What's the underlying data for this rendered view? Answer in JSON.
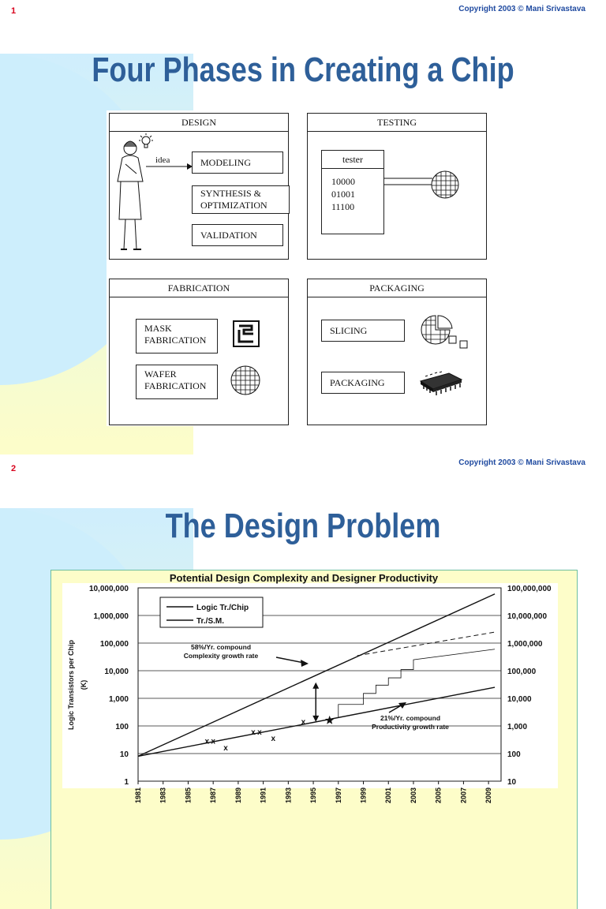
{
  "slide1": {
    "number": "1",
    "copyright": "Copyright 2003 © Mani Srivastava",
    "title": "Four Phases in Creating a Chip",
    "design": {
      "header": "DESIGN",
      "idea": "idea",
      "modeling": "MODELING",
      "synthesis_line1": "SYNTHESIS &",
      "synthesis_line2": "OPTIMIZATION",
      "validation": "VALIDATION"
    },
    "testing": {
      "header": "TESTING",
      "tester": "tester",
      "vectors": [
        "10000",
        "01001",
        "11100"
      ]
    },
    "fabrication": {
      "header": "FABRICATION",
      "mask_line1": "MASK",
      "mask_line2": "FABRICATION",
      "wafer_line1": "WAFER",
      "wafer_line2": "FABRICATION"
    },
    "packaging": {
      "header": "PACKAGING",
      "slicing": "SLICING",
      "packaging": "PACKAGING"
    }
  },
  "slide2": {
    "number": "2",
    "copyright": "Copyright 2003 © Mani Srivastava",
    "title": "The Design Problem"
  },
  "chart_data": {
    "type": "line",
    "title": "Potential Design Complexity and Designer Productivity",
    "ylabel": "Logic Transistors per Chip (K)",
    "yscale": "log",
    "ylim": [
      1,
      10000000
    ],
    "y2lim": [
      10,
      100000000
    ],
    "xlim": [
      1981,
      2010
    ],
    "x_ticks": [
      "1981",
      "1983",
      "1985",
      "1987",
      "1989",
      "1991",
      "1993",
      "1995",
      "1997",
      "1999",
      "2001",
      "2003",
      "2005",
      "2007",
      "2009"
    ],
    "y_ticks": [
      "1",
      "10",
      "100",
      "1,000",
      "10,000",
      "100,000",
      "1,000,000",
      "10,000,000"
    ],
    "y2_ticks": [
      "10",
      "100",
      "1,000",
      "10,000",
      "100,000",
      "1,000,000",
      "10,000,000",
      "100,000,000"
    ],
    "legend": {
      "position": "top-left",
      "entries": [
        "Logic Tr./Chip",
        "Tr./S.M."
      ]
    },
    "series": [
      {
        "name": "Logic Tr./Chip",
        "x": [
          1981,
          2009.5
        ],
        "y": [
          8,
          6000000
        ]
      },
      {
        "name": "Tr./S.M.",
        "x": [
          1981,
          2009.5
        ],
        "y": [
          8,
          2500
        ]
      },
      {
        "x": [
          1998.5,
          2009.5
        ],
        "y": [
          35000,
          250000
        ]
      },
      {
        "x": [
          1997,
          1997,
          1999,
          1999,
          2000,
          2000,
          2001,
          2001,
          2002,
          2002,
          2003,
          2003,
          2009.5
        ],
        "y": [
          200,
          600,
          600,
          1500,
          1500,
          3000,
          3000,
          5500,
          5500,
          11000,
          11000,
          25000,
          60000
        ]
      }
    ],
    "markers": [
      {
        "x": 1986.5,
        "y": 28,
        "symbol": "x"
      },
      {
        "x": 1987.0,
        "y": 28,
        "symbol": "x"
      },
      {
        "x": 1988.0,
        "y": 16,
        "symbol": "x"
      },
      {
        "x": 1990.2,
        "y": 60,
        "symbol": "x"
      },
      {
        "x": 1990.7,
        "y": 60,
        "symbol": "x"
      },
      {
        "x": 1991.8,
        "y": 35,
        "symbol": "x"
      },
      {
        "x": 1994.2,
        "y": 140,
        "symbol": "x"
      },
      {
        "x": 1996.3,
        "y": 160,
        "symbol": "star"
      }
    ],
    "annotations": [
      {
        "line1": "58%/Yr. compound",
        "line2": "Complexity growth rate"
      },
      {
        "line1": "21%/Yr. compound",
        "line2": "Productivity growth rate"
      }
    ]
  }
}
